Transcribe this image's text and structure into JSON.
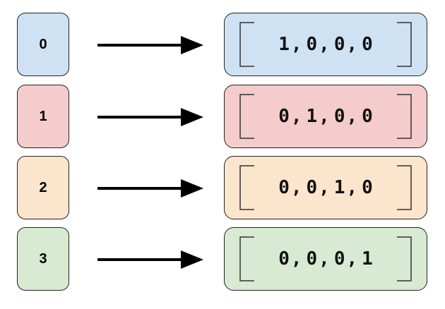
{
  "colors": {
    "blue": "#cfe2f3",
    "red": "#f4cccc",
    "orange": "#fce5cd",
    "green": "#d9ead3",
    "stroke": "#222222",
    "arrow": "#000000"
  },
  "rows": [
    {
      "label": "0",
      "vector": [
        "1",
        "0",
        "0",
        "0"
      ],
      "fill": "#cfe2f3"
    },
    {
      "label": "1",
      "vector": [
        "0",
        "1",
        "0",
        "0"
      ],
      "fill": "#f4cccc"
    },
    {
      "label": "2",
      "vector": [
        "0",
        "0",
        "1",
        "0"
      ],
      "fill": "#fce5cd"
    },
    {
      "label": "3",
      "vector": [
        "0",
        "0",
        "0",
        "1"
      ],
      "fill": "#d9ead3"
    }
  ]
}
